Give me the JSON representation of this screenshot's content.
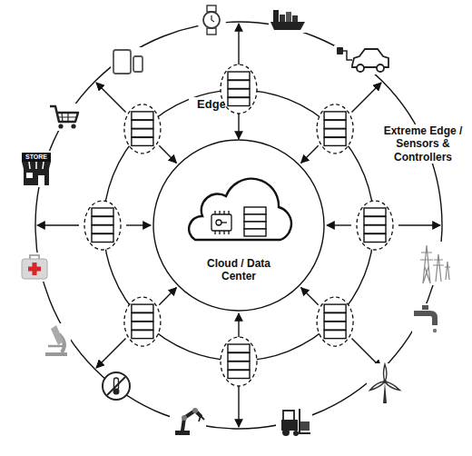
{
  "diagram": {
    "nodes": [
      {
        "text": [
          "Extreme Edge / Sensors & Controllers"
        ]
      },
      {
        "text": [
          "Edge"
        ],
        "in": 0
      },
      {
        "text": [
          "Cloud / Data Center"
        ],
        "in": 1
      }
    ],
    "labels": [
      "STORE"
    ]
  }
}
